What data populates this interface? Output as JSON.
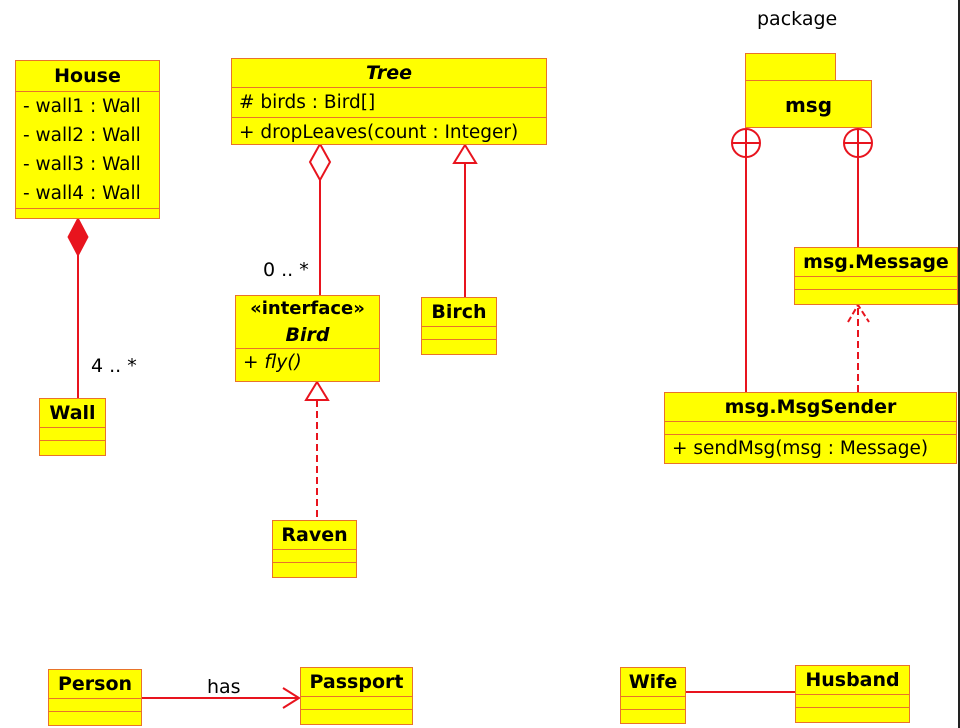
{
  "diagram": {
    "title_label": "package",
    "classes": {
      "house": {
        "name": "House",
        "attributes": [
          "- wall1 : Wall",
          "- wall2 : Wall",
          "- wall3 : Wall",
          "- wall4 : Wall"
        ],
        "operations": []
      },
      "wall": {
        "name": "Wall",
        "attributes": [],
        "operations": []
      },
      "tree": {
        "name": "Tree",
        "abstract": true,
        "attributes": [
          "# birds : Bird[]"
        ],
        "operations": [
          "+ dropLeaves(count : Integer)"
        ]
      },
      "bird": {
        "stereotype": "«interface»",
        "name": "Bird",
        "attributes": [],
        "operations": [
          "+ fly()"
        ]
      },
      "birch": {
        "name": "Birch",
        "attributes": [],
        "operations": []
      },
      "raven": {
        "name": "Raven",
        "attributes": [],
        "operations": []
      },
      "message": {
        "name": "msg.Message",
        "attributes": [],
        "operations": []
      },
      "msgsender": {
        "name": "msg.MsgSender",
        "attributes": [],
        "operations": [
          "+ sendMsg(msg : Message)"
        ]
      },
      "person": {
        "name": "Person",
        "attributes": [],
        "operations": []
      },
      "passport": {
        "name": "Passport",
        "attributes": [],
        "operations": []
      },
      "wife": {
        "name": "Wife",
        "attributes": [],
        "operations": []
      },
      "husband": {
        "name": "Husband",
        "attributes": [],
        "operations": []
      }
    },
    "package": {
      "name": "msg"
    },
    "relationships": [
      {
        "type": "composition",
        "from": "House",
        "to": "Wall",
        "multiplicity": "4 .. *"
      },
      {
        "type": "aggregation",
        "from": "Tree",
        "to": "Bird",
        "multiplicity": "0 .. *"
      },
      {
        "type": "generalization",
        "from": "Birch",
        "to": "Tree"
      },
      {
        "type": "realization",
        "from": "Raven",
        "to": "Bird"
      },
      {
        "type": "nesting",
        "from": "msg",
        "to": "msg.MsgSender"
      },
      {
        "type": "nesting",
        "from": "msg",
        "to": "msg.Message"
      },
      {
        "type": "dependency",
        "from": "msg.MsgSender",
        "to": "msg.Message"
      },
      {
        "type": "directed-association",
        "from": "Person",
        "to": "Passport",
        "label": "has"
      },
      {
        "type": "association",
        "from": "Wife",
        "to": "Husband"
      }
    ],
    "colors": {
      "fill": "#ffff00",
      "border": "#e8732a",
      "line": "#e8141e",
      "text": "#000000"
    }
  }
}
